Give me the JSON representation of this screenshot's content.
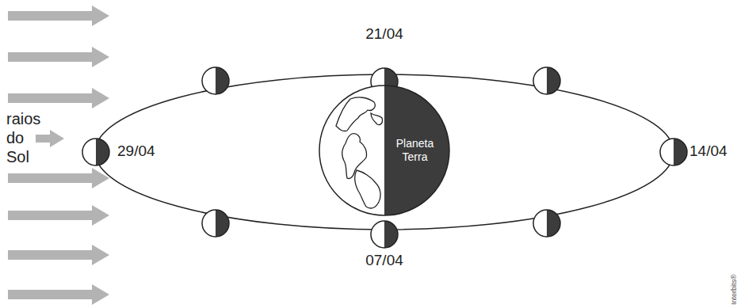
{
  "diagram": {
    "nodes": [
      {
        "text": [
          "Planeta Terra"
        ]
      }
    ],
    "labels": [
      "21/04",
      "29/04",
      "14/04",
      "07/04",
      "raios do Sol",
      "Interbits®"
    ]
  }
}
